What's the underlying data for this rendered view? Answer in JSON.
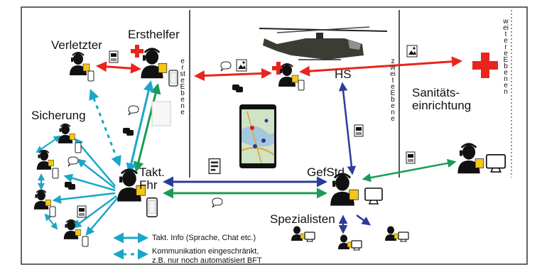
{
  "labels": {
    "verletzter": "Verletzter",
    "ersthelfer": "Ersthelfer",
    "sicherung": "Sicherung",
    "takt_fhr": "Takt.\nFhr",
    "hs": "HS",
    "sanitaet": "Sanitäts-\neinrichtung",
    "gefstd": "GefStd",
    "spezialisten": "Spezialisten"
  },
  "levels": {
    "first": "erste Ebene",
    "second": "zweite Ebene",
    "further": "weitere Ebenen"
  },
  "legend": {
    "solid": "Takt. Info (Sprache, Chat etc.)",
    "dashed": "Kommunikation eingeschränkt,\nz.B. nur noch automatisiert BFT"
  },
  "colors": {
    "red": "#e8241c",
    "blue": "#2a3b9b",
    "teal": "#1aa6c9",
    "green": "#1b9a5a",
    "yellow": "#f5c518",
    "frame": "#333333"
  },
  "icons": [
    "person-headset-icon",
    "phone-icon",
    "monitor-icon",
    "red-cross-icon",
    "helicopter-icon",
    "chat-bubble-icon",
    "document-icon",
    "image-icon",
    "radio-icon",
    "map-tablet-icon"
  ]
}
